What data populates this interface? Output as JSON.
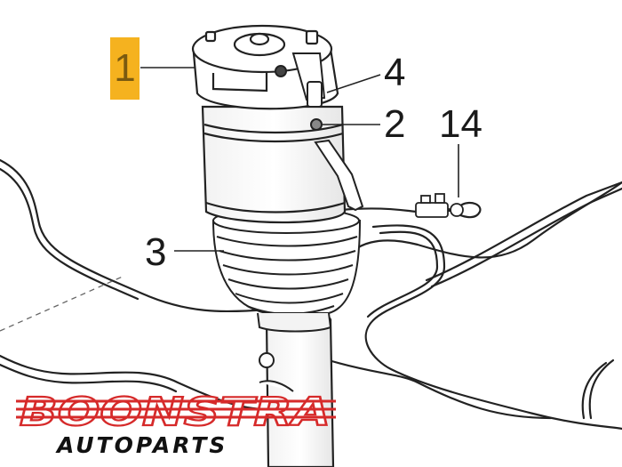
{
  "callouts": {
    "c1": "1",
    "c2": "2",
    "c3": "3",
    "c4": "4",
    "c14": "14"
  },
  "watermark": {
    "brand": "BOONSTRA",
    "sub": "AUTOPARTS",
    "brand_color": "#d62a2a"
  },
  "colors": {
    "highlight": "#f5b21f",
    "line": "#1a1a1a"
  }
}
